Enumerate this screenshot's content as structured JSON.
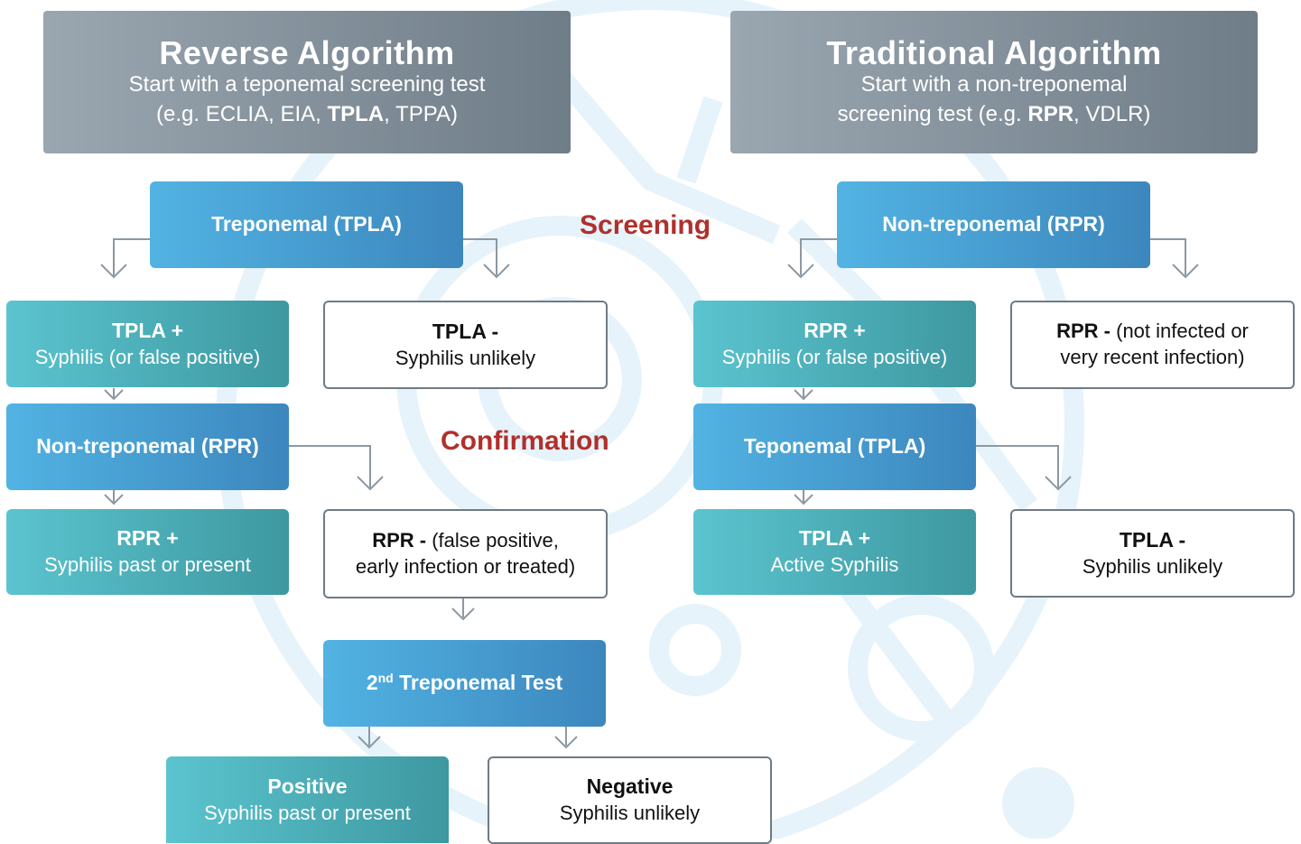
{
  "colors": {
    "header_gradient": [
      "#9aa6b0",
      "#6f7d88"
    ],
    "blue_gradient": [
      "#52b3e3",
      "#3c87bd"
    ],
    "teal_gradient": [
      "#5bc4cf",
      "#3e98a0"
    ],
    "stage_label": "#b0302c",
    "connector": "#8c98a2",
    "watermark": "#e6f3fb"
  },
  "stages": {
    "screening": "Screening",
    "confirmation": "Confirmation"
  },
  "reverse": {
    "header": {
      "title": "Reverse Algorithm",
      "line1": "Start with a teponemal screening test",
      "line2_pre": "(e.g. ECLIA, EIA, ",
      "line2_bold": "TPLA",
      "line2_post": ", TPPA)"
    },
    "screen_test": "Treponemal (TPLA)",
    "tpla_pos": {
      "title": "TPLA +",
      "desc": "Syphilis (or false positive)"
    },
    "tpla_neg": {
      "title": "TPLA -",
      "desc": "Syphilis unlikely"
    },
    "confirm_test": "Non-treponemal (RPR)",
    "rpr_pos": {
      "title": "RPR +",
      "desc": "Syphilis past or present"
    },
    "rpr_neg": {
      "bold": "RPR - ",
      "rest": "(false positive,",
      "line2": "early infection or treated)"
    },
    "second_test": {
      "prefix": "2",
      "sup": "nd",
      "rest": " Treponemal Test"
    },
    "positive": {
      "title": "Positive",
      "desc": "Syphilis past or present"
    },
    "negative": {
      "title": "Negative",
      "desc": "Syphilis unlikely"
    }
  },
  "traditional": {
    "header": {
      "title": "Traditional Algorithm",
      "line1": "Start with a non-treponemal",
      "line2_pre": "screening test (e.g. ",
      "line2_bold": "RPR",
      "line2_post": ", VDLR)"
    },
    "screen_test": "Non-treponemal (RPR)",
    "rpr_pos": {
      "title": "RPR +",
      "desc": "Syphilis (or false positive)"
    },
    "rpr_neg": {
      "bold": "RPR - ",
      "rest": "(not infected or",
      "line2": "very recent infection)"
    },
    "confirm_test": "Teponemal (TPLA)",
    "tpla_pos": {
      "title": "TPLA +",
      "desc": "Active Syphilis"
    },
    "tpla_neg": {
      "title": "TPLA -",
      "desc": "Syphilis unlikely"
    }
  }
}
